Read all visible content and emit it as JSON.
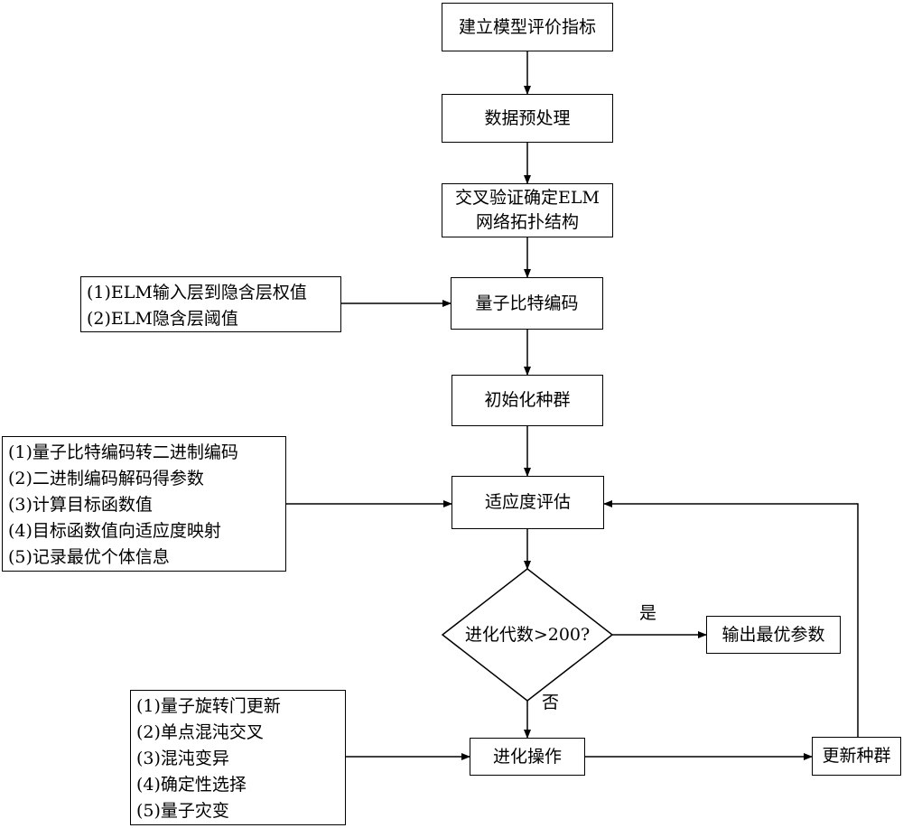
{
  "nodes": {
    "build_index": "建立模型评价指标",
    "preprocess": "数据预处理",
    "cross_validation": [
      "交叉验证确定ELM",
      "网络拓扑结构"
    ],
    "quantum_encoding": "量子比特编码",
    "init_population": "初始化种群",
    "fitness_eval": "适应度评估",
    "decision": "进化代数>200?",
    "output_params": "输出最优参数",
    "evolve": "进化操作",
    "update_population": "更新种群"
  },
  "notes": {
    "encoding_params": [
      "(1)ELM输入层到隐含层权值",
      "(2)ELM隐含层阈值"
    ],
    "fitness_steps": [
      "(1)量子比特编码转二进制编码",
      "(2)二进制编码解码得参数",
      "(3)计算目标函数值",
      "(4)目标函数值向适应度映射",
      "(5)记录最优个体信息"
    ],
    "evolve_steps": [
      "(1)量子旋转门更新",
      "(2)单点混沌交叉",
      "(3)混沌变异",
      "(4)确定性选择",
      "(5)量子灾变"
    ]
  },
  "edge_labels": {
    "yes": "是",
    "no": "否"
  }
}
